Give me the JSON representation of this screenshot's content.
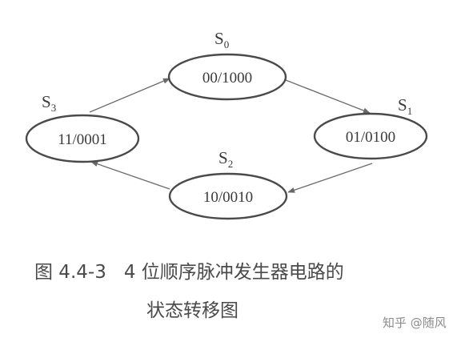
{
  "diagram": {
    "states": [
      {
        "id": "s0",
        "name": "S",
        "sub": "0",
        "code": "00/1000"
      },
      {
        "id": "s1",
        "name": "S",
        "sub": "1",
        "code": "01/0100"
      },
      {
        "id": "s2",
        "name": "S",
        "sub": "2",
        "code": "10/0010"
      },
      {
        "id": "s3",
        "name": "S",
        "sub": "3",
        "code": "11/0001"
      }
    ],
    "transitions": [
      {
        "from": "s0",
        "to": "s1"
      },
      {
        "from": "s1",
        "to": "s2"
      },
      {
        "from": "s2",
        "to": "s3"
      },
      {
        "from": "s3",
        "to": "s0"
      }
    ]
  },
  "caption": {
    "figure_number": "图 4.4-3",
    "line1": "4 位顺序脉冲发生器电路的",
    "line2": "状态转移图"
  },
  "watermark": "知乎 @随风"
}
